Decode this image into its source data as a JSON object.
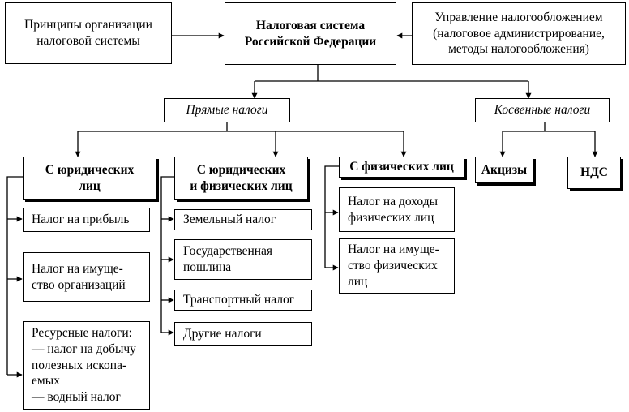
{
  "diagram": {
    "root": "Налоговая система\nРоссийской Федерации",
    "principles": "Принципы организации\nналоговой системы",
    "management": "Управление налогообложением\n(налоговое администрирование,\nметоды налогообложения)",
    "direct_taxes": "Прямые налоги",
    "indirect_taxes": "Косвенные налоги",
    "legal_entities": "С юридических\nлиц",
    "legal_and_individuals": "С юридических\nи физических лиц",
    "individuals": "С физических лиц",
    "excise": "Акцизы",
    "vat": "НДС",
    "legal_items": [
      "Налог на прибыль",
      "Налог на имуще-\nство организаций",
      "Ресурсные налоги:\n— налог на добычу\nполезных ископа-\nемых\n— водный налог"
    ],
    "mixed_items": [
      "Земельный налог",
      "Государственная\nпошлина",
      "Транспортный налог",
      "Другие налоги"
    ],
    "individual_items": [
      "Налог на доходы\nфизических лиц",
      "Налог на имуще-\nство физических\nлиц"
    ]
  }
}
